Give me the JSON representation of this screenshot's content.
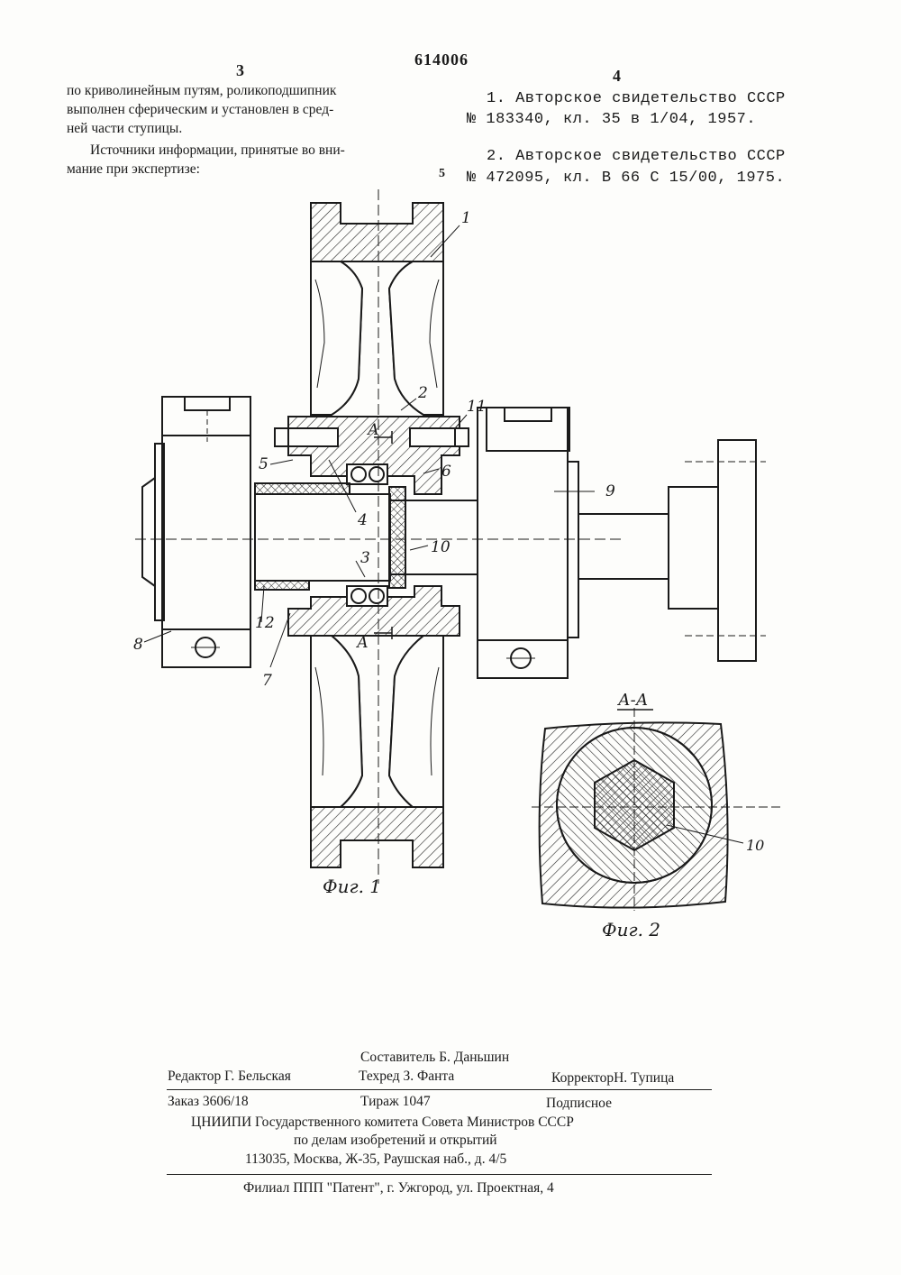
{
  "header": {
    "patent_number": "614006",
    "left_col_number": "3",
    "right_col_number": "4",
    "line_marker": "5"
  },
  "left_text": {
    "line1": "по криволинейным путям, роликоподшипник",
    "line2": "выполнен сферическим и установлен в сред-",
    "line3": "ней части ступицы.",
    "line4": "Источники информации, принятые во вни-",
    "line5": "мание при экспертизе:"
  },
  "references": {
    "ref1_line1": "1.  Авторское  свидетельство СССР",
    "ref1_line2": "№ 183340, кл. 35 в 1/04, 1957.",
    "ref2_line1": "2. Авторское свидетельство  СССР",
    "ref2_line2": "№ 472095, кл. В 66 С 15/00, 1975."
  },
  "figure1": {
    "caption": "Фиг. 1",
    "labels": [
      "1",
      "2",
      "3",
      "4",
      "5",
      "6",
      "7",
      "8",
      "9",
      "10",
      "11",
      "12"
    ],
    "section_mark": "А"
  },
  "figure2": {
    "title": "А-А",
    "caption": "Фиг. 2",
    "label": "10"
  },
  "imprint": {
    "compiler": "Составитель Б. Даньшин",
    "editor": "Редактор Г. Бельская",
    "techred": "Техред  З. Фанта",
    "corrector": "КорректорН. Тупица",
    "order": "Заказ 3606/18",
    "circulation": "Тираж 1047",
    "subscription": "Подписное",
    "org_line1": "ЦНИИПИ Государственного комитета Совета Министров СССР",
    "org_line2": "по делам изобретений и открытий",
    "address": "113035, Москва, Ж-35, Раушская наб., д. 4/5",
    "branch": "Филиал ППП \"Патент\", г. Ужгород, ул. Проектная, 4"
  }
}
